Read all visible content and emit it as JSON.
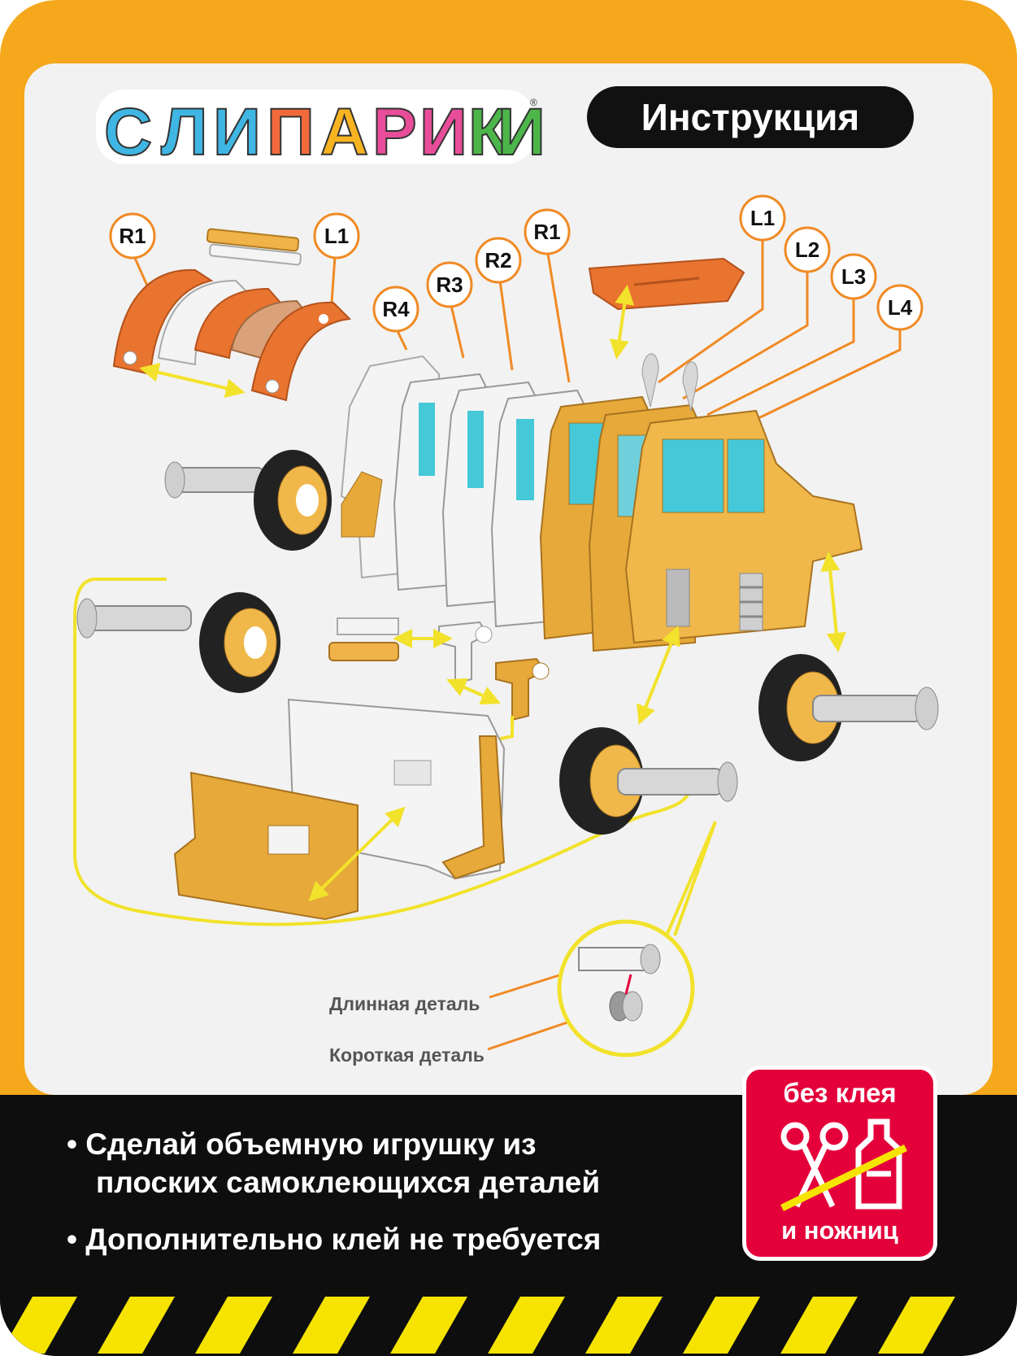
{
  "header": {
    "logo_text": "СЛИПАРИКИ",
    "title": "Инструкция"
  },
  "part_labels": [
    "R1",
    "L1",
    "R4",
    "R3",
    "R2",
    "R1",
    "L1",
    "L2",
    "L3",
    "L4"
  ],
  "callouts": {
    "long_part": "Длинная деталь",
    "short_part": "Короткая деталь"
  },
  "bullets": {
    "line1a": "• Сделай объемную игрушку из",
    "line1b": "плоских самоклеющихся деталей",
    "line2": "• Дополнительно клей не требуется"
  },
  "badge": {
    "top": "без клея",
    "bottom": "и ножниц"
  },
  "colors": {
    "frame": "#f5a81c",
    "panel": "#f2f2f2",
    "dark": "#0e0e0e",
    "badge": "#e4003b",
    "arrow": "#f2e22b",
    "part_orange": "#e8742f",
    "part_yellow": "#e6a93a",
    "glass": "#45c8d8"
  }
}
